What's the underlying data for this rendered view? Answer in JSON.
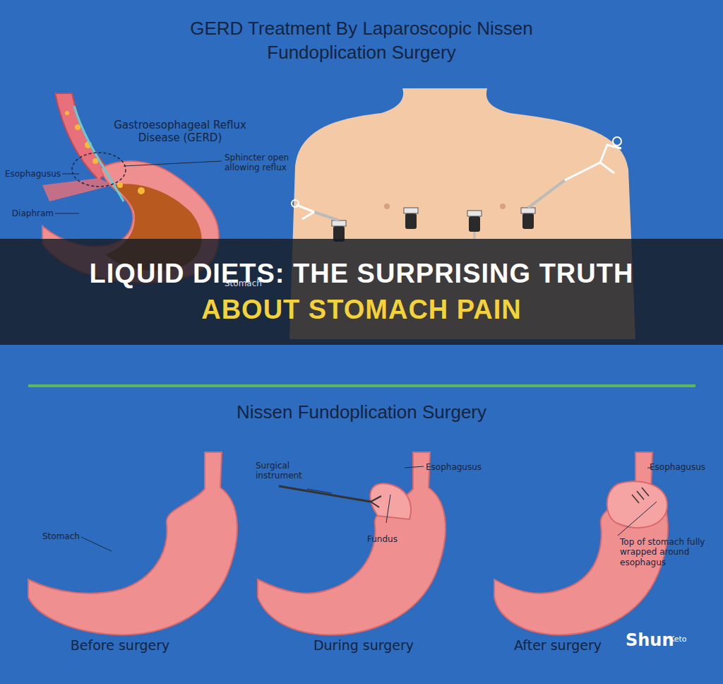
{
  "diagram": {
    "title": "GERD Treatment By Laparoscopic Nissen Fundoplication Surgery",
    "nodes": [
      {
        "text": [
          "LIQUID DIETS: THE SURPRISING TRUTH",
          "ABOUT STOMACH PAIN"
        ]
      }
    ],
    "labels": [
      "Gastroesophageal Reflux Disease (GERD)",
      "Esophagusus",
      "Diaphram",
      "Sphincter open allowing reflux",
      "Stomach",
      "Nissen Fundoplication Surgery",
      "Stomach",
      "Before surgery",
      "Surgical instrument",
      "Esophagusus",
      "Fundus",
      "During surgery",
      "Esophagusus",
      "Top of stomach fully wrapped around esophagus",
      "After surgery",
      "Shun",
      "Keto"
    ]
  }
}
